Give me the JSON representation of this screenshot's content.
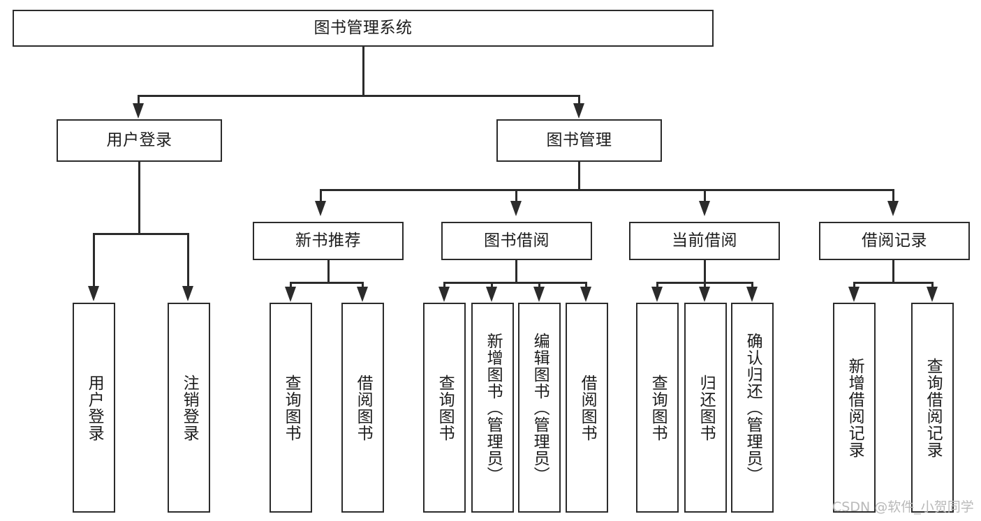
{
  "diagram": {
    "title": "图书管理系统",
    "type": "tree-hierarchy-chart",
    "colors": {
      "stroke": "#2b2b2b",
      "fill": "#ffffff",
      "text": "#1c1c1c",
      "watermark": "#b9b9b9"
    },
    "root": {
      "label": "图书管理系统"
    },
    "level2": [
      {
        "label": "用户登录"
      },
      {
        "label": "图书管理"
      }
    ],
    "level3": [
      {
        "label": "新书推荐"
      },
      {
        "label": "图书借阅"
      },
      {
        "label": "当前借阅"
      },
      {
        "label": "借阅记录"
      }
    ],
    "leaves": {
      "user_login": [
        {
          "label": "用户登录"
        },
        {
          "label": "注销登录"
        }
      ],
      "new_book": [
        {
          "label": "查询图书"
        },
        {
          "label": "借阅图书"
        }
      ],
      "book_borrow": [
        {
          "label": "查询图书"
        },
        {
          "label": "新增图书（管理员）"
        },
        {
          "label": "编辑图书（管理员）"
        },
        {
          "label": "借阅图书"
        }
      ],
      "current_borrow": [
        {
          "label": "查询图书"
        },
        {
          "label": "归还图书"
        },
        {
          "label": "确认归还（管理员）"
        }
      ],
      "borrow_record": [
        {
          "label": "新增借阅记录"
        },
        {
          "label": "查询借阅记录"
        }
      ]
    },
    "watermark": "CSDN @软件_小贺同学"
  }
}
